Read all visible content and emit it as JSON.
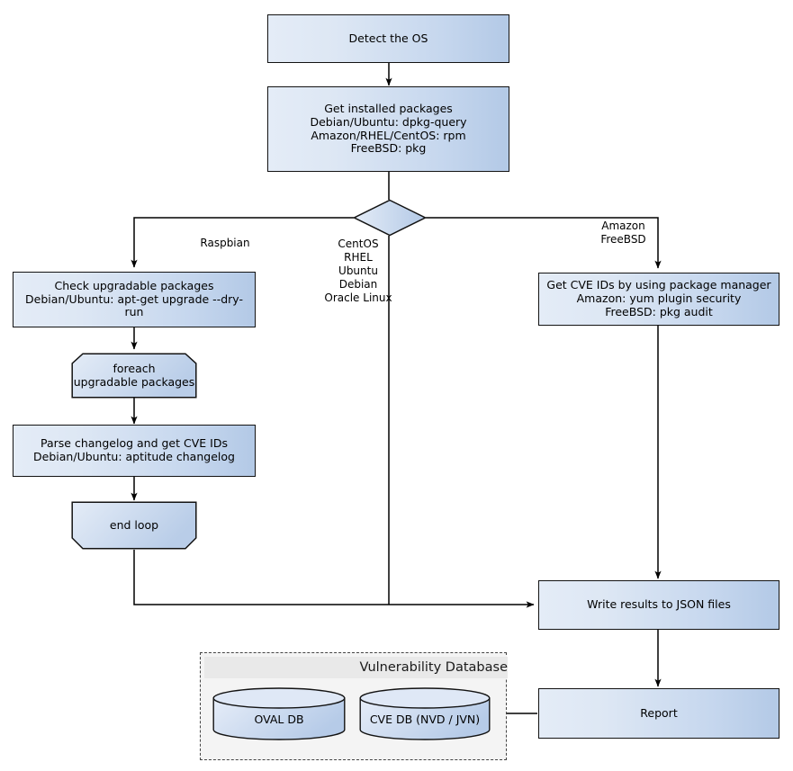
{
  "diagram": {
    "title": "Vulnerability scanning flowchart",
    "colors": {
      "node_fill_light": "#e4ecf7",
      "node_fill_dark": "#b3c9e6",
      "stroke": "#131313",
      "container_bg": "#f4f4f4",
      "container_title_bg": "#e9e9e9",
      "container_border": "#444444",
      "background": "#ffffff"
    }
  },
  "nodes": {
    "detect_os": "Detect the OS",
    "get_installed_packages": "Get installed packages\nDebian/Ubuntu: dpkg-query\nAmazon/RHEL/CentOS: rpm\nFreeBSD: pkg",
    "check_upgradable": "Check upgradable packages\nDebian/Ubuntu: apt-get upgrade --dry-run",
    "foreach_loop": "foreach\nupgradable  packages",
    "parse_changelog": "Parse changelog and get  CVE IDs\nDebian/Ubuntu: aptitude changelog",
    "end_loop": "end loop",
    "get_cve_ids": "Get CVE IDs by using package manager\nAmazon: yum plugin security\nFreeBSD: pkg audit",
    "write_results": "Write results to JSON files",
    "report": "Report"
  },
  "edge_labels": {
    "raspbian": "Raspbian",
    "centos_group": "CentOS\nRHEL\nUbuntu\nDebian\nOracle Linux",
    "amazon_freebsd": "Amazon\nFreeBSD"
  },
  "vulnerability_database": {
    "title": "Vulnerability Database",
    "databases": [
      {
        "name": "OVAL DB"
      },
      {
        "name": "CVE DB (NVD / JVN)"
      }
    ]
  }
}
